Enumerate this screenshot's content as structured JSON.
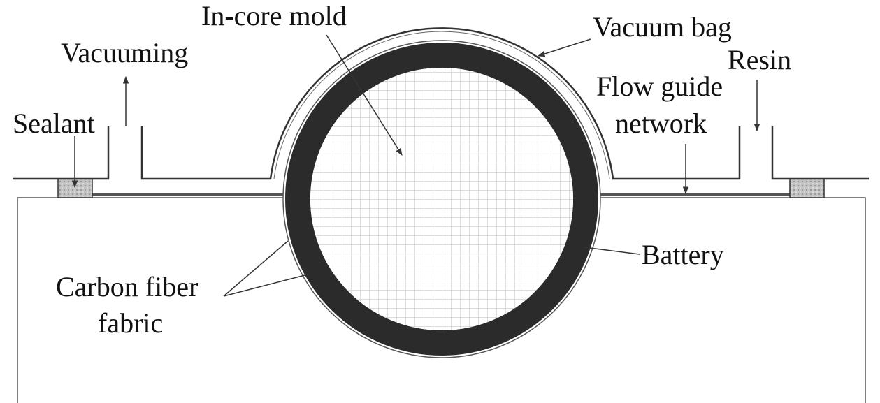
{
  "labels": {
    "in_core_mold": "In-core mold",
    "vacuum_bag": "Vacuum bag",
    "vacuuming": "Vacuuming",
    "resin": "Resin",
    "flow_guide_line1": "Flow guide",
    "flow_guide_line2": "network",
    "sealant": "Sealant",
    "battery": "Battery",
    "carbon_fiber_line1": "Carbon fiber",
    "carbon_fiber_line2": "fabric"
  },
  "colors": {
    "ink": "#333333",
    "ring": "#2b2b2b",
    "sealant": "#bdbdbd",
    "grid": "#cfcfcf"
  }
}
